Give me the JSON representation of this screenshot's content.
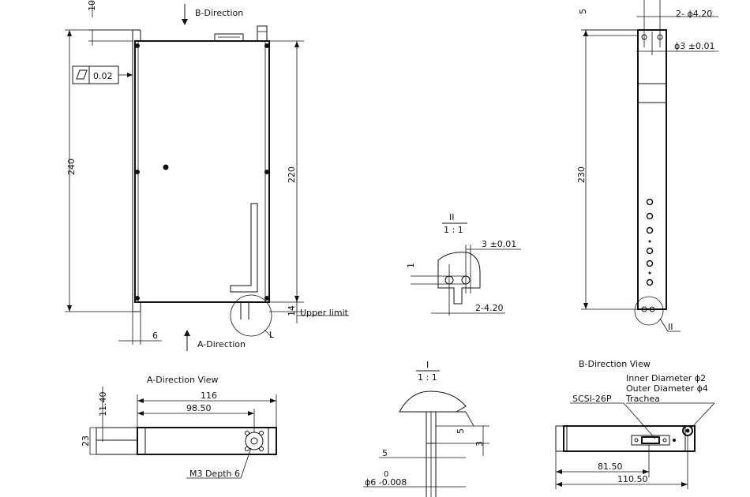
{
  "labels": {
    "b_direction": "B-Direction",
    "a_direction": "A-Direction",
    "flatness_value": "0.02",
    "upper_limit": "Upper limit",
    "l_label": "L",
    "a_view_title": "A-Direction View",
    "b_view_title": "B-Direction View",
    "m3_depth": "M3 Depth 6",
    "scsi": "SCSI-26P",
    "inner_diameter": "Inner Diameter  ϕ2",
    "outer_diameter": "Outer Diameter  ϕ4",
    "trachea": "Trachea",
    "detail_II_label": "II",
    "detail_II_scale": "1 : 1",
    "detail_I_label": "I",
    "detail_I_scale": "1 : 1",
    "II_marker": "II"
  },
  "dimensions": {
    "front_top": "10",
    "front_height": "240",
    "front_inner_height": "220",
    "front_bottom_offset": "14",
    "front_side": "6",
    "side_top": "5",
    "side_holes": "2- ϕ4.20",
    "side_pin": "ϕ3 ±0.01",
    "side_height": "230",
    "detailII_tol": "3 ±0.01",
    "detailII_one": "1",
    "detailII_holes": "2-4.20",
    "a_total": "116",
    "a_inner": "98.50",
    "a_height_top": "11.40",
    "a_height": "23",
    "detailI_five_right": "5",
    "detailI_three": "3",
    "detailI_five_left": "5",
    "detailI_zero": "0",
    "detailI_dia": "ϕ6 -0.008",
    "b_inner": "81.50",
    "b_total": "110.50"
  }
}
